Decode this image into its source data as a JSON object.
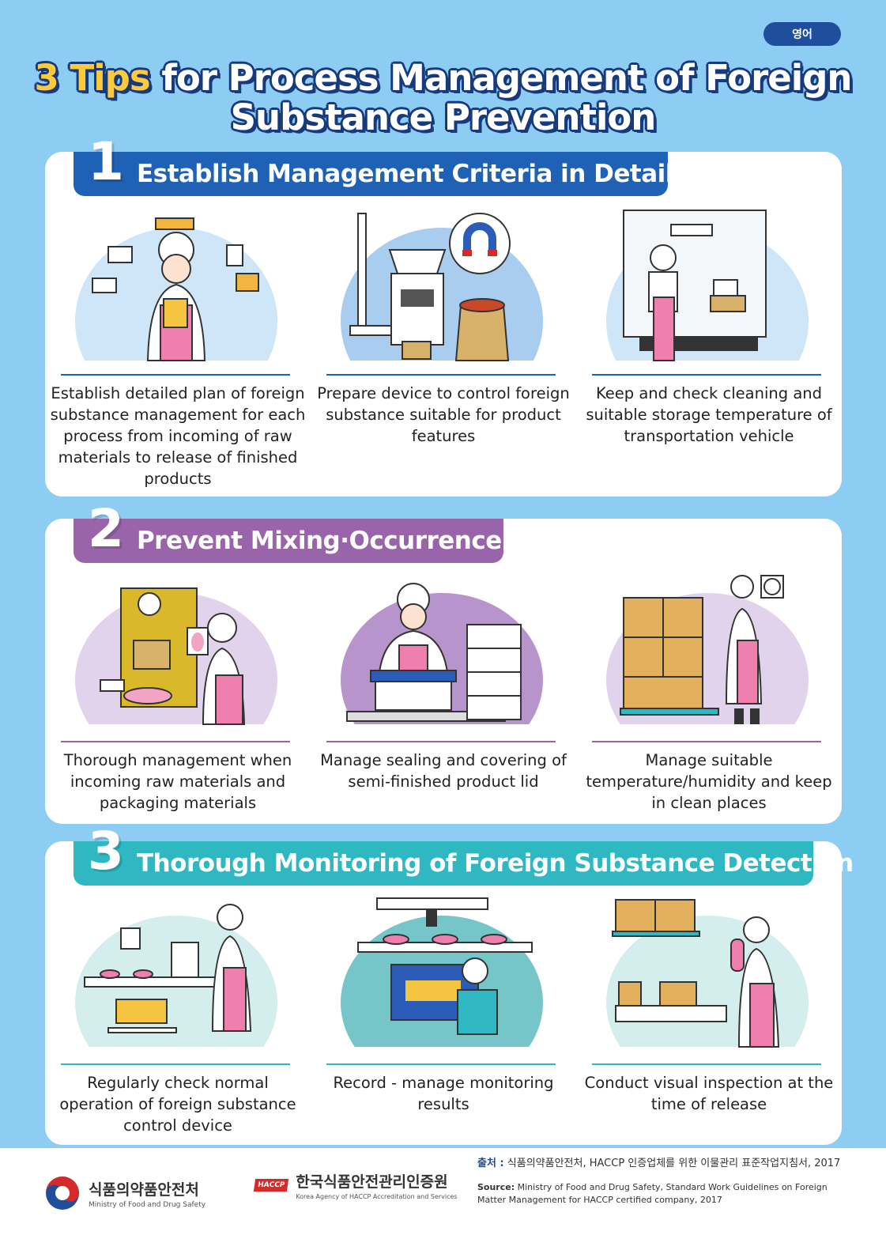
{
  "lang_badge": "영어",
  "title": {
    "highlight": "3 Tips",
    "line1_rest": "for Process Management of Foreign",
    "line2": "Substance Prevention"
  },
  "sections": [
    {
      "number": "1",
      "heading": "Establish Management Criteria in Details",
      "items": [
        {
          "caption": "Establish detailed plan of foreign substance management for each process from incoming of raw materials to release of finished products"
        },
        {
          "caption": "Prepare device to control foreign substance suitable for product features"
        },
        {
          "caption": "Keep and check cleaning and suitable storage temperature of transportation vehicle"
        }
      ]
    },
    {
      "number": "2",
      "heading": "Prevent Mixing·Occurrence",
      "items": [
        {
          "caption": "Thorough management when incoming raw materials and packaging materials"
        },
        {
          "caption": "Manage sealing and covering of semi-finished product lid"
        },
        {
          "caption": "Manage suitable temperature/humidity and keep in clean places"
        }
      ]
    },
    {
      "number": "3",
      "heading": "Thorough Monitoring of Foreign Substance Detection",
      "items": [
        {
          "caption": "Regularly check normal operation of foreign substance control device"
        },
        {
          "caption": "Record - manage monitoring results"
        },
        {
          "caption": "Conduct visual inspection at the time of release"
        }
      ]
    }
  ],
  "footer": {
    "logo1_korean": "식품의약품안전처",
    "logo1_english": "Ministry of Food and Drug Safety",
    "logo2_badge": "HACCP",
    "logo2_korean": "한국식품안전관리인증원",
    "logo2_english": "Korea Agency of HACCP Accreditation and Services",
    "source_ko_label": "출처 :",
    "source_ko": "식품의약품안전처, HACCP 인증업체를 위한 이물관리 표준작업지침서, 2017",
    "source_en_label": "Source:",
    "source_en": "Ministry of Food and Drug Safety, Standard Work Guidelines on Foreign Matter Management for HACCP certified company, 2017"
  },
  "colors": {
    "background": "#8ecdf3",
    "section1": "#1f62b5",
    "section2": "#9a64ab",
    "section3": "#2fb8c1",
    "title_highlight": "#ffc93c",
    "title_outline": "#173a7d"
  }
}
